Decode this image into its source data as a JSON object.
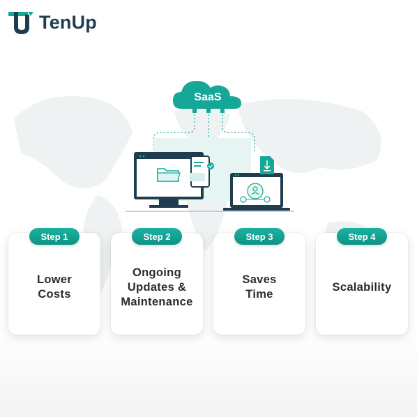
{
  "brand": {
    "name": "TenUp",
    "primary_color": "#15a899",
    "dark_color": "#1f3d4f"
  },
  "illustration": {
    "cloud_label": "SaaS",
    "icons": [
      "cloud-icon",
      "desktop-monitor-icon",
      "folder-icon",
      "phone-icon",
      "checkmark-icon",
      "laptop-icon",
      "download-file-icon",
      "user-network-icon"
    ]
  },
  "steps": [
    {
      "badge": "Step 1",
      "label": "Lower\nCosts"
    },
    {
      "badge": "Step 2",
      "label": "Ongoing\nUpdates &\nMaintenance"
    },
    {
      "badge": "Step 3",
      "label": "Saves\nTime"
    },
    {
      "badge": "Step 4",
      "label": "Scalability"
    }
  ]
}
